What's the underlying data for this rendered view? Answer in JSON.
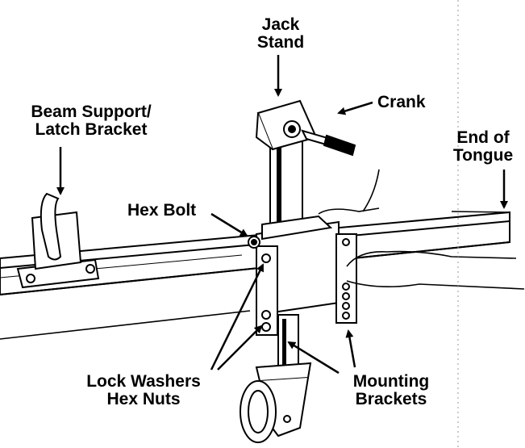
{
  "labels": {
    "jack_stand": [
      "Jack",
      "Stand"
    ],
    "crank": "Crank",
    "beam_support": [
      "Beam Support/",
      "Latch Bracket"
    ],
    "end_of_tongue": [
      "End of",
      "Tongue"
    ],
    "hex_bolt": "Hex Bolt",
    "lock_washers": "Lock Washers",
    "hex_nuts": "Hex Nuts",
    "mounting_brackets": [
      "Mounting",
      "Brackets"
    ]
  }
}
